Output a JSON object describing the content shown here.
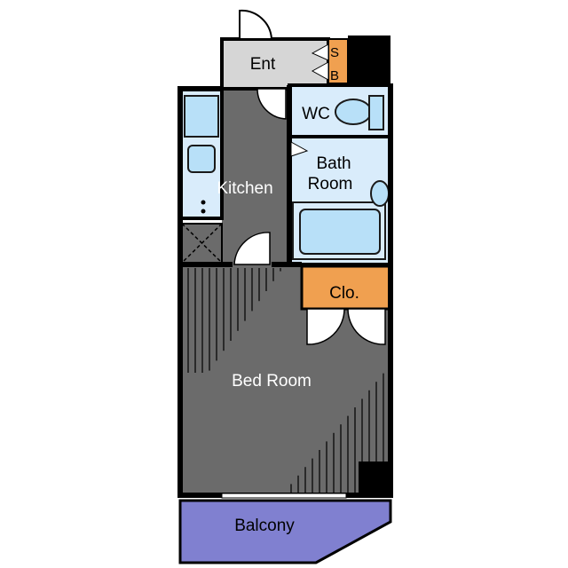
{
  "rooms": {
    "entrance": "Ent",
    "shoe_box_line1": "S",
    "shoe_box_line2": "B",
    "wc": "WC",
    "bath_line1": "Bath",
    "bath_line2": "Room",
    "kitchen": "Kitchen",
    "closet": "Clo.",
    "bedroom": "Bed Room",
    "balcony": "Balcony"
  },
  "colors": {
    "wall": "#000000",
    "floor_dark": "#6b6b6b",
    "floor_hatch": "#2a2a2a",
    "entrance_floor": "#d6d6d6",
    "wet_area": "#d9ecfb",
    "fixture": "#b8e0f8",
    "fixture_stroke": "#1a1a1a",
    "closet": "#f0a050",
    "balcony": "#8080d0",
    "door_white": "#ffffff"
  }
}
